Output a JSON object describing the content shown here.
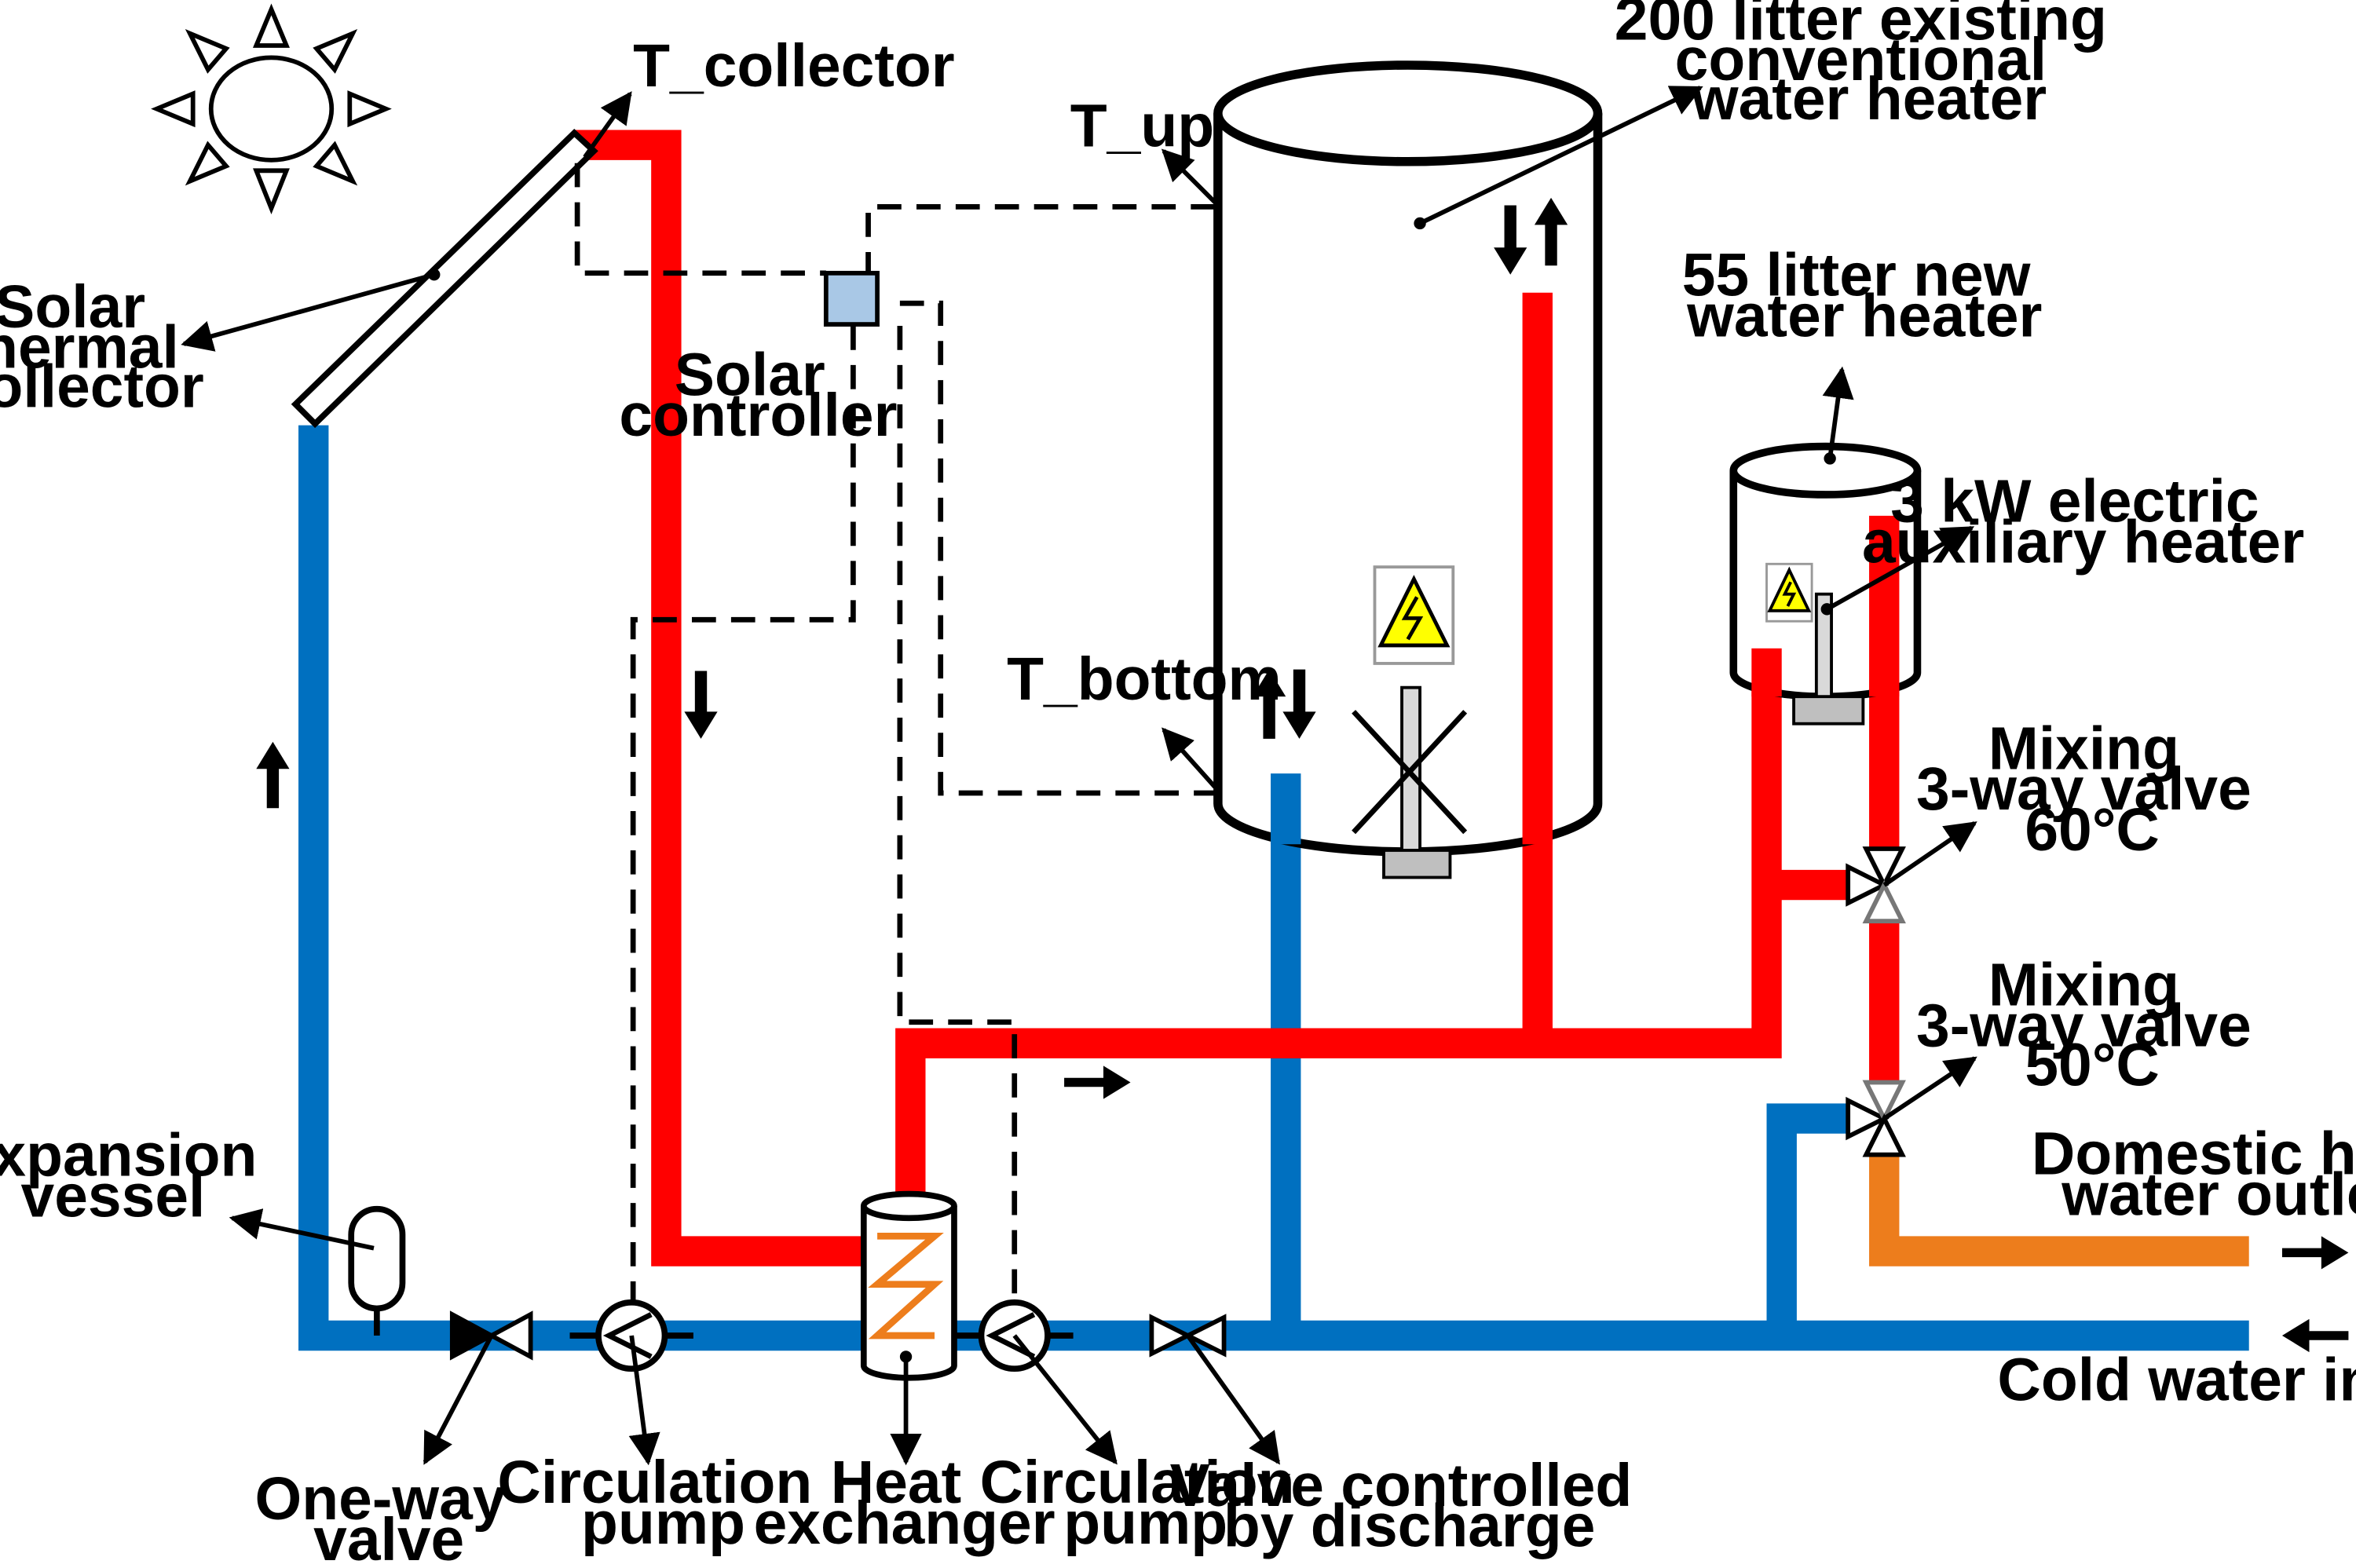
{
  "labels": {
    "t_collector": "T_collector",
    "t_up": "T_up",
    "t_bottom": "T_bottom",
    "solar_collector": [
      "Solar",
      "thermal",
      "collector"
    ],
    "solar_controller": [
      "Solar",
      "controller"
    ],
    "tank_200": [
      "200 litter existing",
      "conventional",
      "water heater"
    ],
    "tank_55": [
      "55 litter new",
      "water heater"
    ],
    "aux_heater": [
      "3 kW electric",
      "auxiliary heater"
    ],
    "mixing_60": [
      "Mixing",
      "3-way valve",
      "60°C"
    ],
    "mixing_50": [
      "Mixing",
      "3-way valve",
      "50°C"
    ],
    "dhw_outlet": [
      "Domestic hot",
      "water outlet"
    ],
    "cold_inlet": "Cold water inlet",
    "expansion_vessel": [
      "Expansion",
      "vessel"
    ],
    "one_way_valve": [
      "One-way",
      "valve"
    ],
    "circulation_pump_1": [
      "Circulation",
      "pump"
    ],
    "heat_exchanger": [
      "Heat",
      "exchanger"
    ],
    "circulation_pump_2": [
      "Circulation",
      "pump"
    ],
    "valve_discharge": [
      "Valve controlled",
      "by discharge"
    ]
  },
  "colors": {
    "hot_pipe": "#ff0000",
    "cold_pipe": "#0070c0",
    "mixed_pipe": "#ed7d1c",
    "controller_fill": "#a9c8e6",
    "warning_fill": "#ffff00"
  },
  "icons": [
    "sun-icon",
    "high-voltage-warning-icon",
    "flow-arrow-icon",
    "pump-icon",
    "valve-icon",
    "three-way-valve-icon"
  ]
}
